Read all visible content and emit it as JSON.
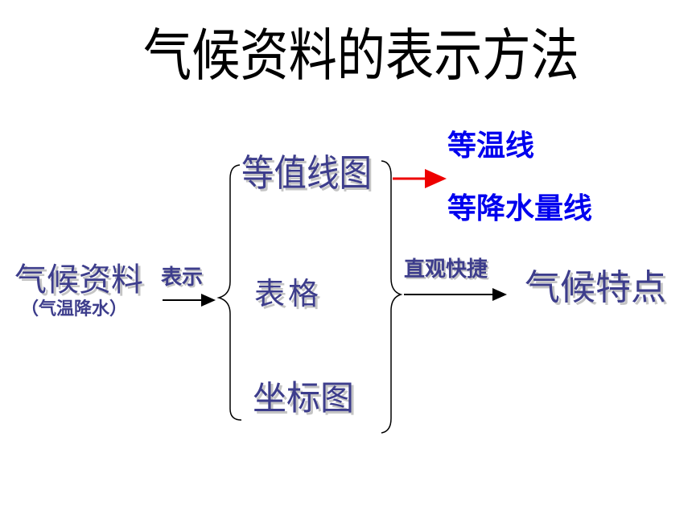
{
  "title": "气候资料的表示方法",
  "source": {
    "label": "气候资料",
    "sub": "（气温降水）"
  },
  "edge_represent": "表示",
  "methods": {
    "isoline": "等值线图",
    "table": "表格",
    "coordinate": "坐标图"
  },
  "isoline_types": {
    "isotherm": "等温线",
    "isohyet": "等降水量线"
  },
  "edge_direct": "直观快捷",
  "result": "气候特点",
  "colors": {
    "arrow_red": "#ee0000",
    "text_blue": "#0000ee",
    "text_navy": "#3d3d8c"
  }
}
